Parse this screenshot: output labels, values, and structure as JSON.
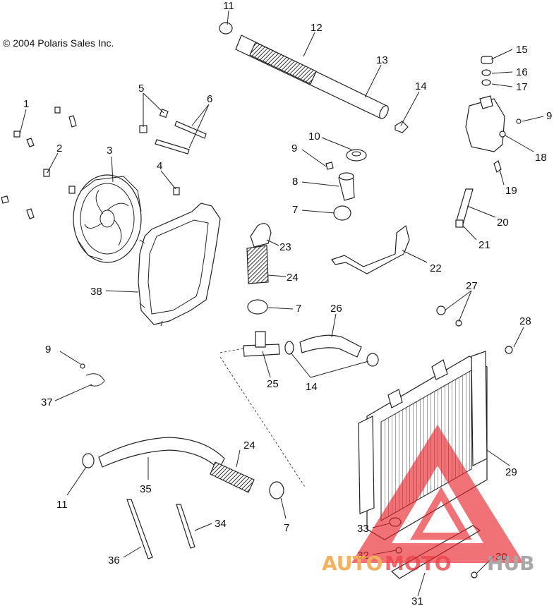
{
  "copyright": "© 2004 Polaris Sales Inc.",
  "watermark": {
    "part1": "AUTO",
    "part2": "MOTO",
    "part3": "HUB",
    "color_red": "#e8232a",
    "color_orange": "#f4a340",
    "color_gray": "#9a9a9a"
  },
  "labels": {
    "n1": "1",
    "n2": "2",
    "n3": "3",
    "n4": "4",
    "n5": "5",
    "n6": "6",
    "n7a": "7",
    "n7b": "7",
    "n7c": "7",
    "n8": "8",
    "n9a": "9",
    "n9b": "9",
    "n9c": "9",
    "n10": "10",
    "n11a": "11",
    "n11b": "11",
    "n12": "12",
    "n13": "13",
    "n14a": "14",
    "n14b": "14",
    "n15": "15",
    "n16": "16",
    "n17": "17",
    "n18": "18",
    "n19": "19",
    "n20": "20",
    "n21": "21",
    "n22": "22",
    "n23": "23",
    "n24a": "24",
    "n24b": "24",
    "n25": "25",
    "n26": "26",
    "n27": "27",
    "n28": "28",
    "n29": "29",
    "n30": "30",
    "n31": "31",
    "n32": "32",
    "n33": "33",
    "n34": "34",
    "n35": "35",
    "n36": "36",
    "n37": "37",
    "n38": "38"
  }
}
